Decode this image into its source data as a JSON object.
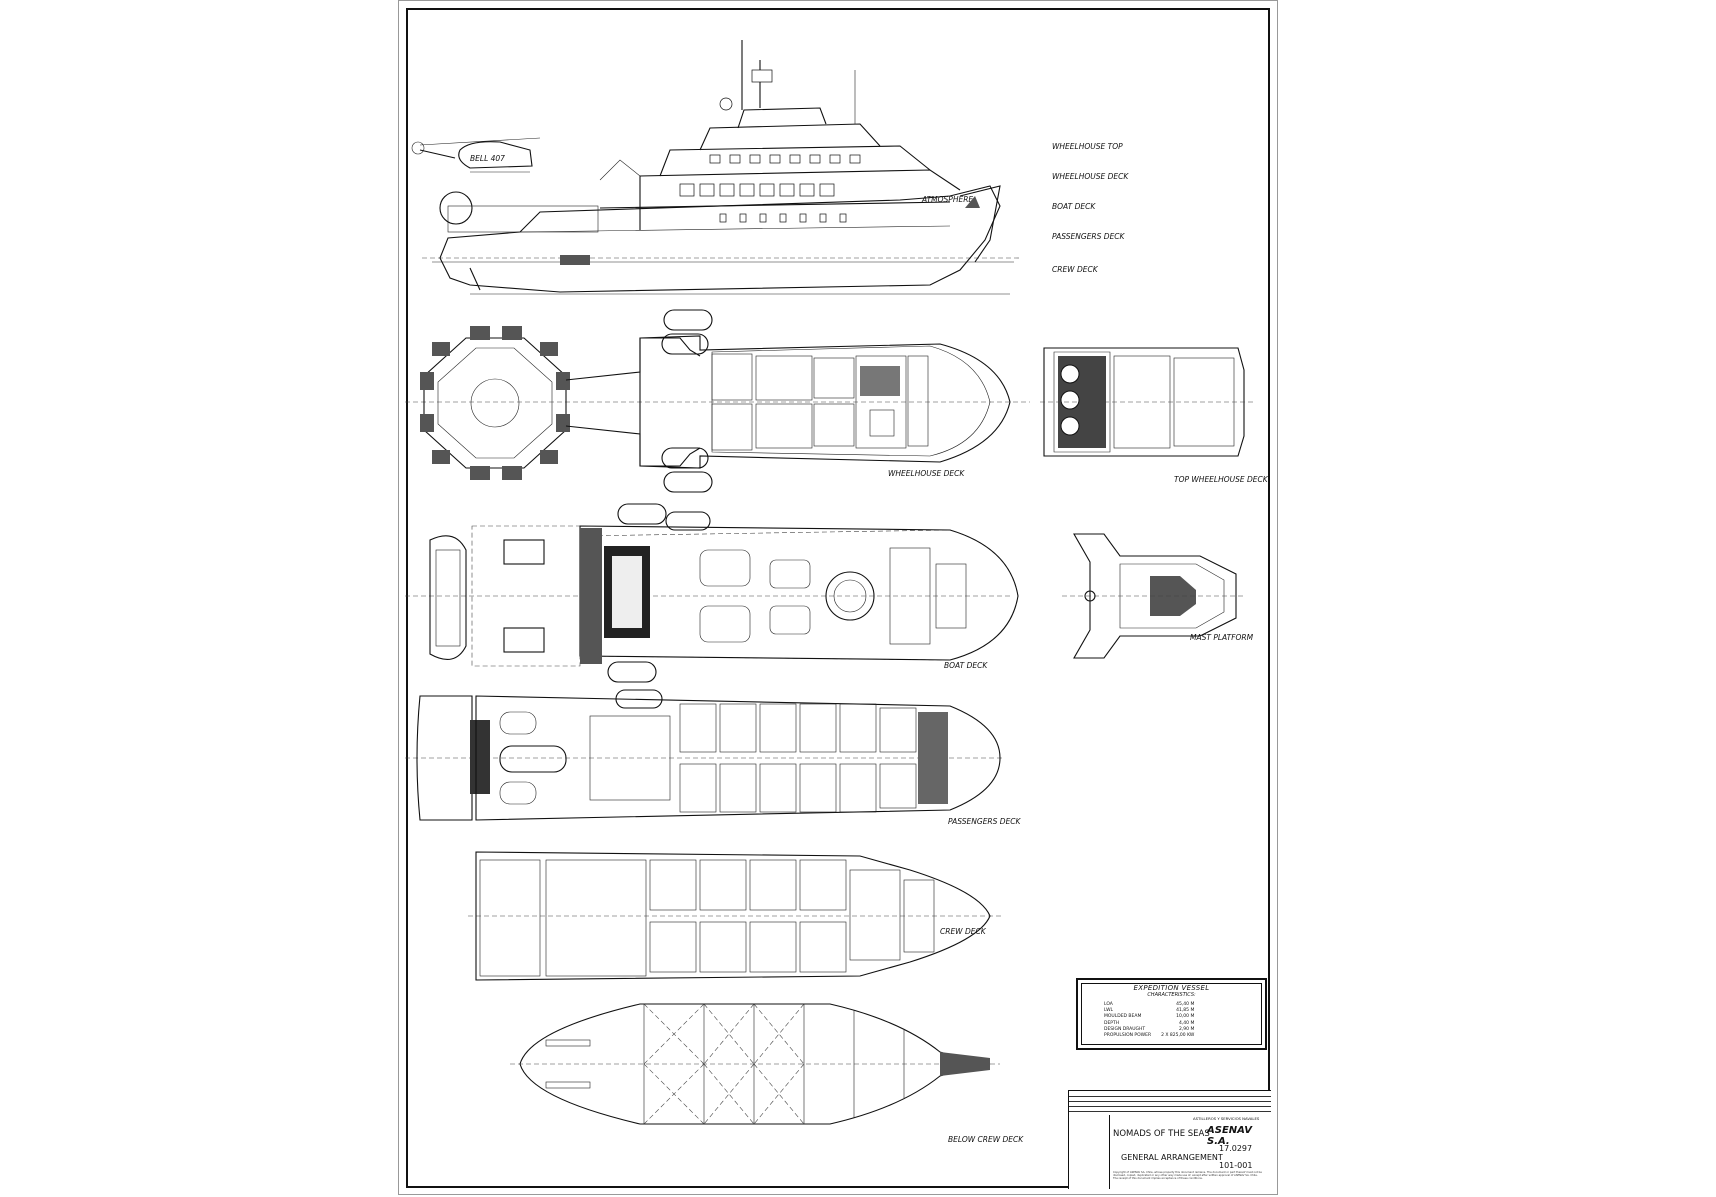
{
  "deck_labels": {
    "wheelhouse_top": "WHEELHOUSE TOP",
    "wheelhouse_deck": "WHEELHOUSE DECK",
    "boat_deck": "BOAT DECK",
    "passengers_deck": "PASSENGERS DECK",
    "crew_deck": "CREW DECK"
  },
  "plan_labels": {
    "wheelhouse_deck": "WHEELHOUSE DECK",
    "top_wheelhouse_deck": "TOP WHEELHOUSE DECK",
    "boat_deck": "BOAT DECK",
    "mast_platform": "MAST PLATFORM",
    "passengers_deck": "PASSENGERS DECK",
    "crew_deck": "CREW DECK",
    "below_crew_deck": "BELOW CREW DECK"
  },
  "profile": {
    "helicopter": "BELL 407",
    "vessel_name": "ATMOSPHERE"
  },
  "characteristics": {
    "title": "EXPEDITION VESSEL",
    "subtitle": "CHARACTERISTICS:",
    "rows": [
      {
        "label": "LOA",
        "value": "45,40 M"
      },
      {
        "label": "LWL",
        "value": "41,85 M"
      },
      {
        "label": "MOULDED BEAM",
        "value": "10,00 M"
      },
      {
        "label": "DEPTH",
        "value": "4,40 M"
      },
      {
        "label": "DESIGN DRAUGHT",
        "value": "2,90 M"
      },
      {
        "label": "PROPULSION POWER",
        "value": "2 X 825,00 KW"
      }
    ]
  },
  "title_block": {
    "project_name": "NOMADS OF THE SEAS",
    "drawing_title": "GENERAL ARRANGEMENT",
    "company_line": "ASTILLEROS Y SERVICIOS NAVALES",
    "logo": "ASENAV S.A.",
    "project_number": "17.0297",
    "drawing_number": "101-001",
    "copyright": "Copyright of ASENAV SA. Chile, whose property this document remains. The document or part thereof must not be disclosed, copied, duplicated or any other way made use of, except after written approval of ASENAV SA. Chile. The receipt of this document implies acceptance of these conditions."
  }
}
